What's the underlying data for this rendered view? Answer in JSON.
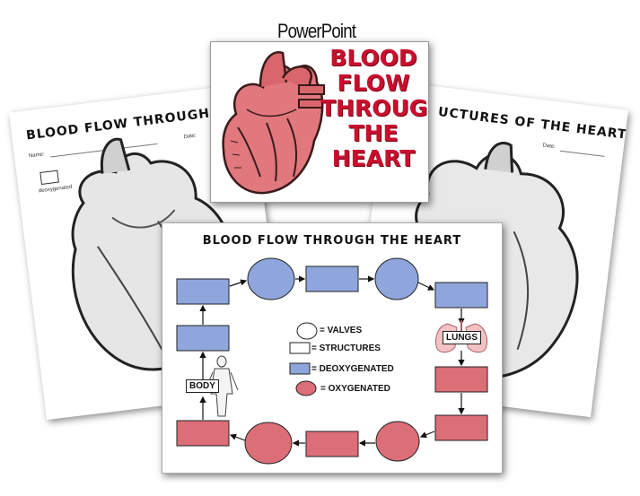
{
  "header": {
    "label": "PowerPoint"
  },
  "left_sheet": {
    "title": "BLOOD FLOW THROUGH THE",
    "name_label": "Name:",
    "date_label": "Date:",
    "legend_label": "deoxygenated"
  },
  "right_sheet": {
    "title": "UCTURES OF THE HEART",
    "date_label": "Date:"
  },
  "ppt_slide": {
    "title_lines": [
      "BLOOD",
      "FLOW",
      "THROUGH",
      "THE",
      "HEART"
    ]
  },
  "flow_sheet": {
    "title": "BLOOD FLOW THROUGH THE HEART",
    "legend": {
      "valves": "= VALVES",
      "structures": "= STRUCTURES",
      "deoxygenated": "= DEOXYGENATED",
      "oxygenated": "= OXYGENATED"
    },
    "lungs_label": "LUNGS",
    "body_label": "BODY"
  },
  "colors": {
    "deoxygenated": "#8ea6dc",
    "oxygenated": "#dc6e78",
    "title_red": "#c8102e",
    "heart_pink": "#e0787e"
  }
}
